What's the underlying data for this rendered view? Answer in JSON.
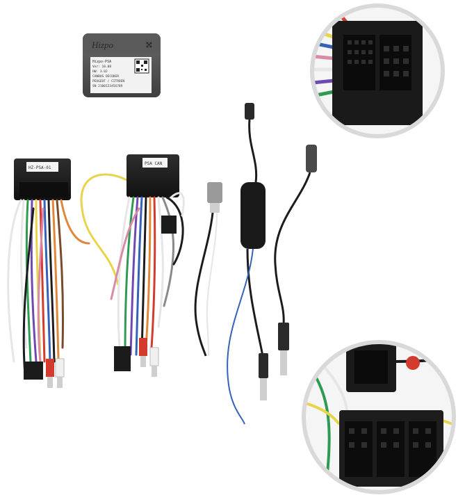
{
  "scene": {
    "background_color": "#ffffff",
    "decoder_box": {
      "brand": "Hizpo",
      "label_lines": [
        "Hizpo-PSA",
        "Ver: 10.08",
        "HW: 3.02",
        "CANBUS DECODER",
        "PEUGEOT / CITROEN",
        "SN 2100123456789"
      ]
    },
    "tag_left": "HZ-PSA-01",
    "tag_center": "PSA CAN",
    "wire_colors": {
      "yellow": "#e8d44a",
      "red": "#d23b2e",
      "black": "#1c1c1c",
      "purple": "#6e4ab0",
      "green": "#2f9a52",
      "blue": "#3562b8",
      "white": "#e6e6e6",
      "orange": "#e0873a",
      "pink": "#d98aa6",
      "brown": "#7a4b2a",
      "grey": "#8a8a8a"
    },
    "circle_border_color": "#d9d9d9"
  }
}
